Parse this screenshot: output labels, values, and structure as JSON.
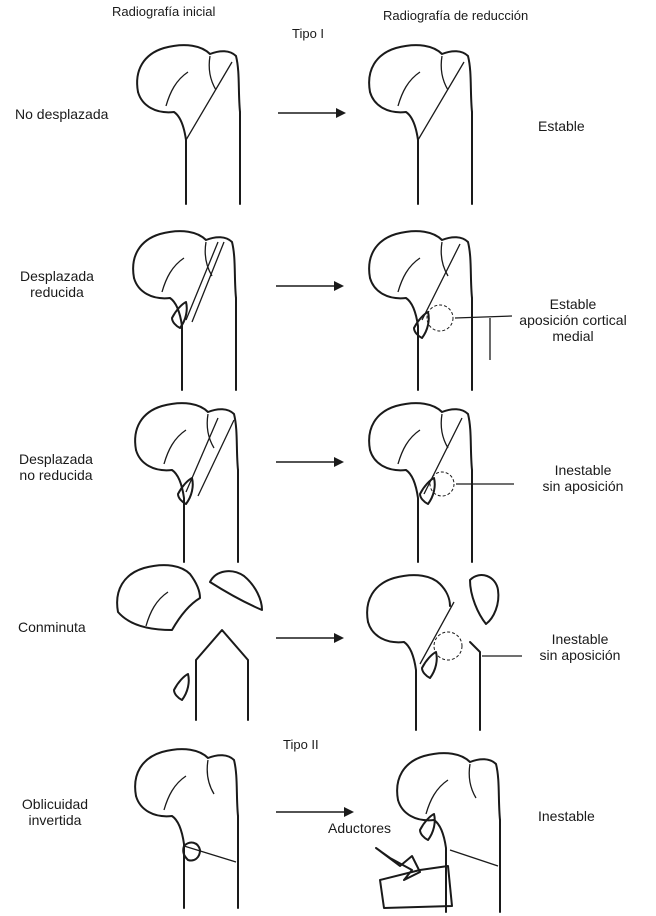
{
  "headers": {
    "initial": "Radiografía inicial",
    "reduction": "Radiografía de reducción"
  },
  "types": {
    "type1": "Tipo I",
    "type2": "Tipo II"
  },
  "rows": [
    {
      "left_line1": "No desplazada",
      "left_line2": "",
      "right_line1": "Estable",
      "right_line2": "",
      "right_line3": ""
    },
    {
      "left_line1": "Desplazada",
      "left_line2": "reducida",
      "right_line1": "Estable",
      "right_line2": "aposición cortical",
      "right_line3": "medial"
    },
    {
      "left_line1": "Desplazada",
      "left_line2": "no reducida",
      "right_line1": "Inestable",
      "right_line2": "sin aposición",
      "right_line3": ""
    },
    {
      "left_line1": "Conminuta",
      "left_line2": "",
      "right_line1": "Inestable",
      "right_line2": "sin aposición",
      "right_line3": ""
    },
    {
      "left_line1": "Oblicuidad",
      "left_line2": "invertida",
      "right_line1": "Inestable",
      "right_line2": "",
      "right_line3": ""
    }
  ],
  "annotations": {
    "adductors": "Aductores"
  }
}
